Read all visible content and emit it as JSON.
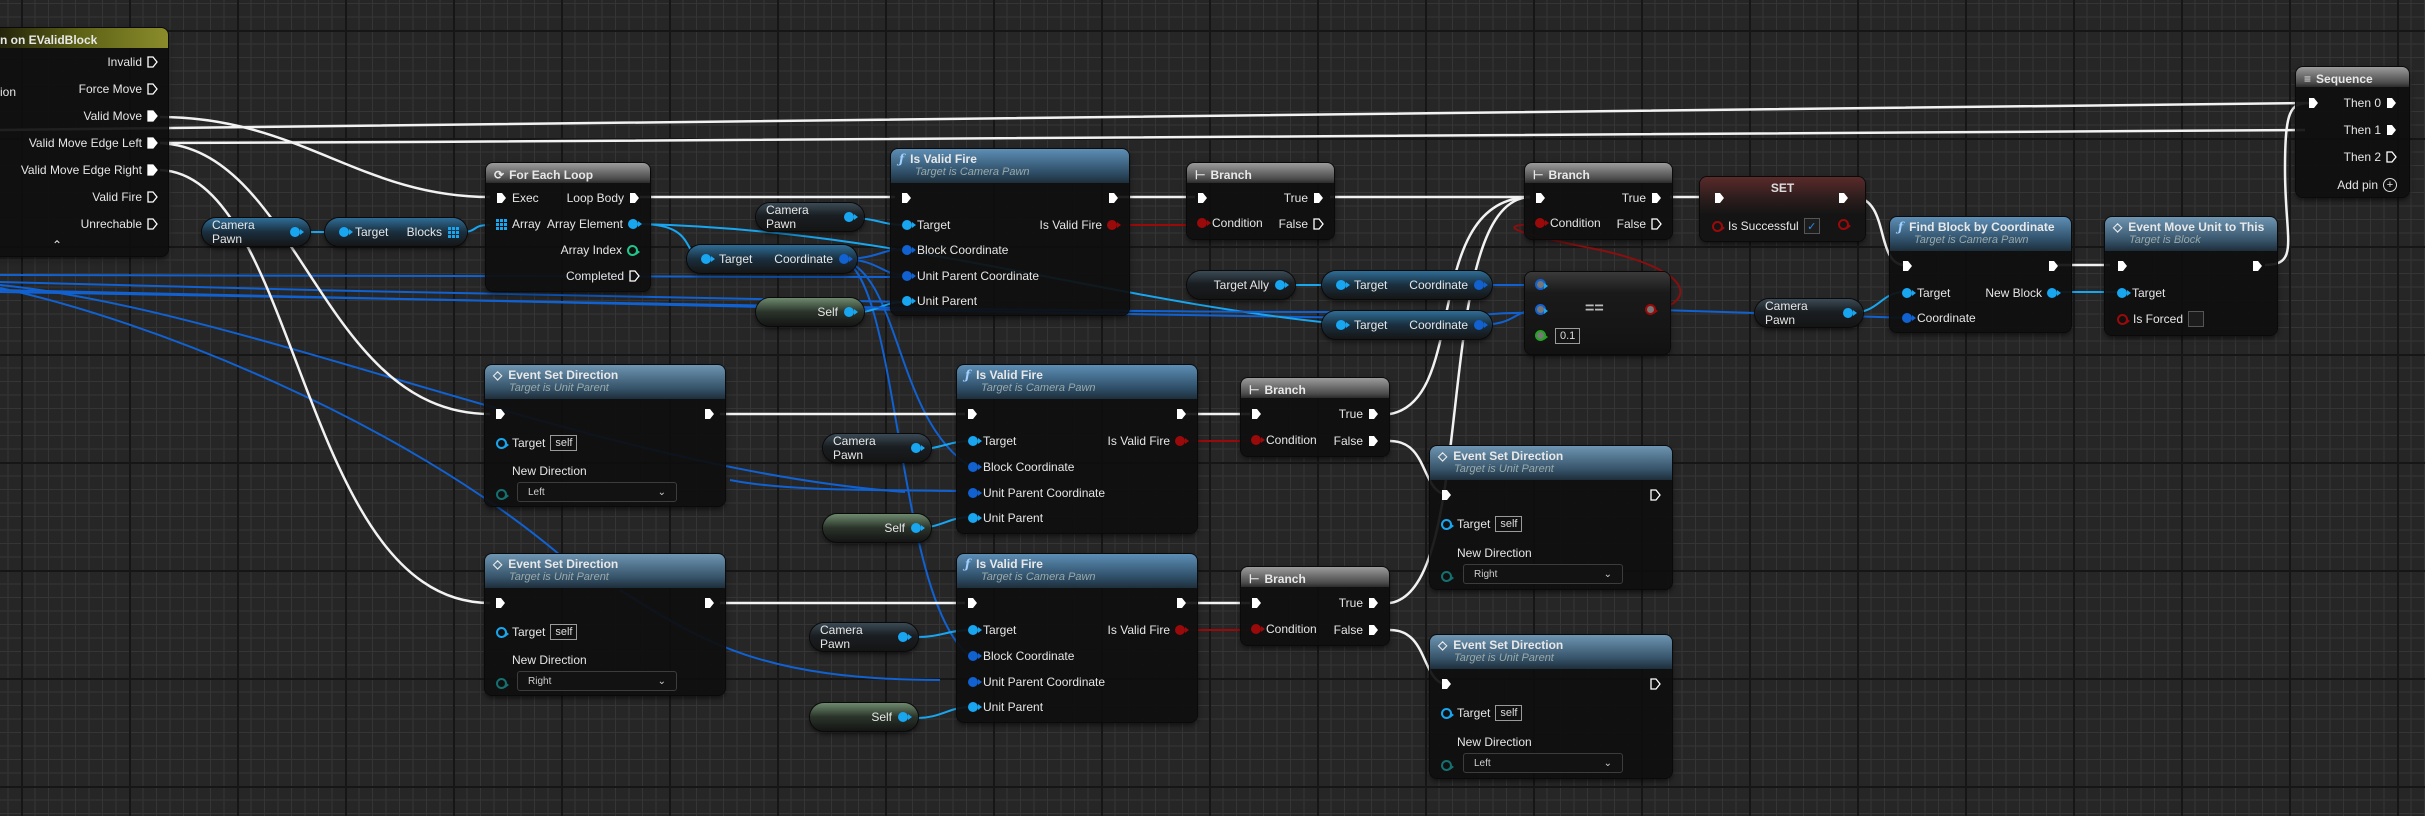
{
  "colors": {
    "exec": "#ffffff",
    "object": "#19a6f0",
    "struct": "#1161d0",
    "bool": "#9b0a0a",
    "byte": "#157070",
    "float": "#1fa51f"
  },
  "switch_node": {
    "title": "n on EValidBlock",
    "left_label": "ion",
    "outputs": [
      "Invalid",
      "Force Move",
      "Valid Move",
      "Valid Move Edge Left",
      "Valid Move Edge Right",
      "Valid Fire",
      "Unrechable"
    ],
    "collapse_icon": "chevron-up-icon"
  },
  "camera_pawn_1": {
    "label": "Camera Pawn"
  },
  "get_blocks": {
    "target": "Target",
    "output": "Blocks"
  },
  "for_each": {
    "title": "For Each Loop",
    "exec": "Exec",
    "array": "Array",
    "loop_body": "Loop Body",
    "array_element": "Array Element",
    "array_index": "Array Index",
    "completed": "Completed"
  },
  "camera_pawn_2": {
    "label": "Camera Pawn"
  },
  "get_coord_1": {
    "target": "Target",
    "output": "Coordinate"
  },
  "self_1": {
    "label": "Self"
  },
  "valid_fire_1": {
    "title": "Is Valid Fire",
    "subtitle": "Target is Camera Pawn",
    "inputs": [
      "Target",
      "Block Coordinate",
      "Unit Parent Coordinate",
      "Unit Parent"
    ],
    "output": "Is Valid Fire"
  },
  "branch_1": {
    "title": "Branch",
    "condition": "Condition",
    "true": "True",
    "false": "False"
  },
  "branch_2": {
    "title": "Branch",
    "condition": "Condition",
    "true": "True",
    "false": "False"
  },
  "target_ally": {
    "label": "Target Ally"
  },
  "get_coord_2": {
    "target": "Target",
    "output": "Coordinate"
  },
  "get_coord_3": {
    "target": "Target",
    "output": "Coordinate"
  },
  "equal_node": {
    "op": "==",
    "tolerance": "0.1"
  },
  "set_node": {
    "title": "SET",
    "var": "Is Successful",
    "checked": true
  },
  "camera_pawn_3": {
    "label": "Camera Pawn"
  },
  "find_block": {
    "title": "Find Block by Coordinate",
    "subtitle": "Target is Camera Pawn",
    "inputs": [
      "Target",
      "Coordinate"
    ],
    "output": "New Block"
  },
  "move_unit": {
    "title": "Event Move Unit to This",
    "subtitle": "Target is Block",
    "inputs": [
      "Target",
      "Is Forced"
    ],
    "is_forced": false
  },
  "sequence": {
    "title": "Sequence",
    "outputs": [
      "Then 0",
      "Then 1",
      "Then 2"
    ],
    "add_pin": "Add pin"
  },
  "set_dir_1": {
    "title": "Event Set Direction",
    "subtitle": "Target is Unit Parent",
    "target": "Target",
    "target_value": "self",
    "dir_label": "New Direction",
    "dir_value": "Left"
  },
  "set_dir_2": {
    "title": "Event Set Direction",
    "subtitle": "Target is Unit Parent",
    "target": "Target",
    "target_value": "self",
    "dir_label": "New Direction",
    "dir_value": "Right"
  },
  "set_dir_3": {
    "title": "Event Set Direction",
    "subtitle": "Target is Unit Parent",
    "target": "Target",
    "target_value": "self",
    "dir_label": "New Direction",
    "dir_value": "Right"
  },
  "set_dir_4": {
    "title": "Event Set Direction",
    "subtitle": "Target is Unit Parent",
    "target": "Target",
    "target_value": "self",
    "dir_label": "New Direction",
    "dir_value": "Left"
  },
  "camera_pawn_4": {
    "label": "Camera Pawn"
  },
  "self_2": {
    "label": "Self"
  },
  "valid_fire_2": {
    "title": "Is Valid Fire",
    "subtitle": "Target is Camera Pawn",
    "inputs": [
      "Target",
      "Block Coordinate",
      "Unit Parent Coordinate",
      "Unit Parent"
    ],
    "output": "Is Valid Fire"
  },
  "branch_3": {
    "title": "Branch",
    "condition": "Condition",
    "true": "True",
    "false": "False"
  },
  "camera_pawn_5": {
    "label": "Camera Pawn"
  },
  "self_3": {
    "label": "Self"
  },
  "valid_fire_3": {
    "title": "Is Valid Fire",
    "subtitle": "Target is Camera Pawn",
    "inputs": [
      "Target",
      "Block Coordinate",
      "Unit Parent Coordinate",
      "Unit Parent"
    ],
    "output": "Is Valid Fire"
  },
  "branch_4": {
    "title": "Branch",
    "condition": "Condition",
    "true": "True",
    "false": "False"
  }
}
